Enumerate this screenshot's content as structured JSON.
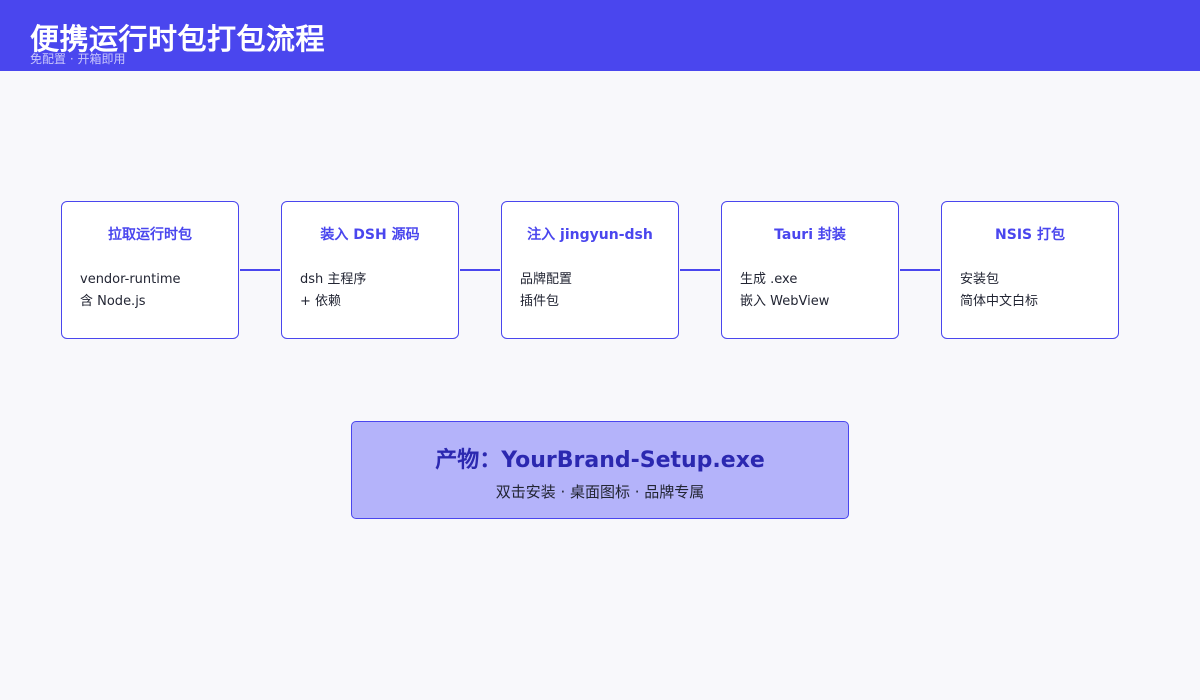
{
  "header": {
    "title": "便携运行时包打包流程",
    "subtitle": "免配置 · 开箱即用"
  },
  "steps": [
    {
      "title": "拉取运行时包",
      "lines": [
        "vendor-runtime",
        "含 Node.js"
      ]
    },
    {
      "title": "装入 DSH 源码",
      "lines": [
        "dsh 主程序",
        "+ 依赖"
      ]
    },
    {
      "title": "注入 jingyun-dsh",
      "lines": [
        "品牌配置",
        "插件包"
      ]
    },
    {
      "title": "Tauri 封装",
      "lines": [
        "生成 .exe",
        "嵌入 WebView"
      ]
    },
    {
      "title": "NSIS 打包",
      "lines": [
        "安装包",
        "简体中文白标"
      ]
    }
  ],
  "result": {
    "title": "产物：YourBrand-Setup.exe",
    "description": "双击安装 · 桌面图标 · 品牌专属"
  },
  "colors": {
    "accent": "#4a46ee",
    "header_bg": "#4a46ee",
    "result_bg": "#b4b3fa",
    "result_title": "#2b28b0",
    "page_bg": "#f8f8fb"
  }
}
